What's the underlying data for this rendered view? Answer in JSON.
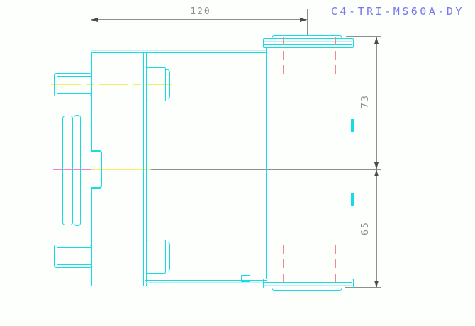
{
  "drawing": {
    "title": "C4-TRI-MS60A-DY",
    "dimensions": {
      "width": {
        "label": "120"
      },
      "height_upper": {
        "label": "73"
      },
      "height_lower": {
        "label": "65"
      }
    },
    "colors": {
      "outline": "#16dbe4",
      "outline_light": "#b9f3f6",
      "hidden": "#ef8a8a",
      "centerline": "#f0f062",
      "construction": "#74e274",
      "highlight": "#ff7ad4",
      "dimension": "#8e8e8e",
      "dimension_dark": "#4a4a4a",
      "title_text": "#7777ee",
      "background": "#fcfffc"
    }
  }
}
